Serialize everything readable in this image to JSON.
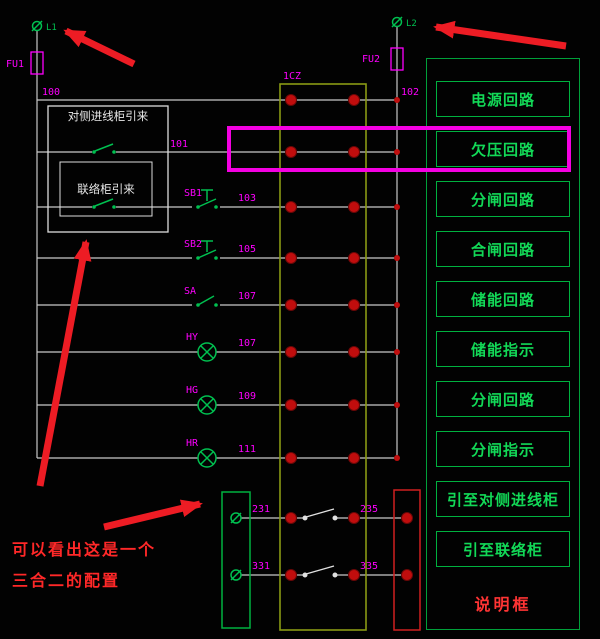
{
  "colors": {
    "background": "#020202",
    "wire": "#c8c8c8",
    "symbol_green": "#00c050",
    "legend_green": "#12d957",
    "cad_magenta": "#ff00ff",
    "terminal_red": "#c00d0d",
    "arrow_red": "#ed1c24",
    "highlight_magenta": "#f400e1",
    "note_red": "#ff2828",
    "strip_olive": "#8a9a14"
  },
  "schematic": {
    "source_left": {
      "id": "L1",
      "fuse": "FU1",
      "wire_no": "100"
    },
    "source_right": {
      "id": "L2",
      "fuse": "FU2",
      "wire_no": "102"
    },
    "terminal_strip": {
      "label": "1CZ"
    },
    "incoming_box": {
      "outer_label": "对侧进线柜引来",
      "inner_label": "联络柜引来",
      "wire_no": "101"
    },
    "rows": [
      {
        "label": "SB1",
        "wire_no": "103"
      },
      {
        "label": "SB2",
        "wire_no": "105"
      },
      {
        "label": "SA",
        "wire_no": "107"
      },
      {
        "label": "HY",
        "wire_no": "107"
      },
      {
        "label": "HG",
        "wire_no": "109"
      },
      {
        "label": "HR",
        "wire_no": "111"
      }
    ],
    "outgoing_rows": [
      {
        "left_no": "231",
        "right_no": "235"
      },
      {
        "left_no": "331",
        "right_no": "335"
      }
    ]
  },
  "legend": {
    "items": [
      "电源回路",
      "欠压回路",
      "分闸回路",
      "合闸回路",
      "储能回路",
      "储能指示",
      "分闸回路",
      "分闸指示",
      "引至对侧进线柜",
      "引至联络柜"
    ],
    "footer": "说明框"
  },
  "annotations": {
    "note_line1": "可以看出这是一个",
    "note_line2": "三合二的配置"
  }
}
